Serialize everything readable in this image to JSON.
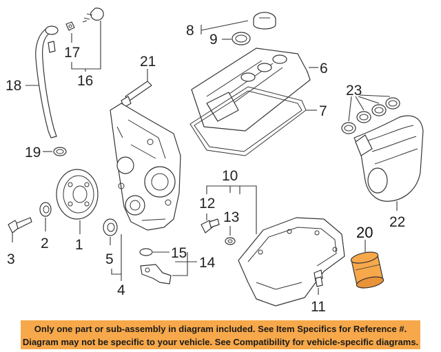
{
  "callouts": {
    "c1": "1",
    "c2": "2",
    "c3": "3",
    "c4": "4",
    "c5": "5",
    "c6": "6",
    "c7": "7",
    "c8": "8",
    "c9": "9",
    "c10": "10",
    "c11": "11",
    "c12": "12",
    "c13": "13",
    "c14": "14",
    "c15": "15",
    "c16": "16",
    "c17": "17",
    "c18": "18",
    "c19": "19",
    "c20": "20",
    "c21": "21",
    "c22": "22",
    "c23": "23"
  },
  "highlight": {
    "part": "20",
    "color": "#f7a84a"
  },
  "disclaimer": {
    "line1": "Only one part or sub-assembly in diagram included. See Item Specifics for Reference #.",
    "line2": "Diagram may not be specific to your vehicle. See Compatibility for vehicle-specific diagrams.",
    "background": "#f7a84a"
  }
}
